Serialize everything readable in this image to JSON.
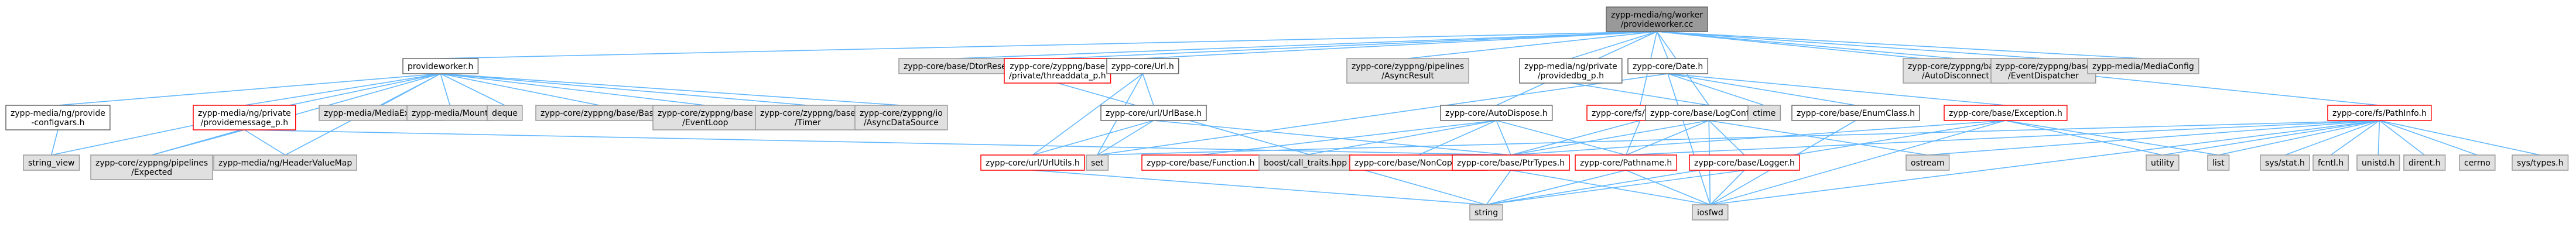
{
  "graph": {
    "colors": {
      "edge": "#63b8ff",
      "root_fill": "#999999",
      "gray_fill": "#e0e0e0",
      "gray_stroke": "#999999",
      "white_fill": "#ffffff",
      "black_stroke": "#666666",
      "red_stroke": "#ff0000",
      "text": "#000000"
    },
    "nodes": [
      {
        "id": "root",
        "lines": [
          "zypp-media/ng/worker",
          "/provideworker.cc"
        ],
        "style": "root"
      },
      {
        "id": "provideworker_h",
        "lines": [
          "provideworker.h"
        ],
        "style": "normal"
      },
      {
        "id": "dstreset",
        "lines": [
          "zypp-core/base/DtorReset"
        ],
        "style": "gray"
      },
      {
        "id": "threaddata",
        "lines": [
          "zypp-core/zyppng/base",
          "/private/threaddata_p.h"
        ],
        "style": "red"
      },
      {
        "id": "url_h",
        "lines": [
          "zypp-core/Url.h"
        ],
        "style": "normal"
      },
      {
        "id": "asyncresult",
        "lines": [
          "zypp-core/zyppng/pipelines",
          "/AsyncResult"
        ],
        "style": "gray"
      },
      {
        "id": "providedbg",
        "lines": [
          "zypp-media/ng/private",
          "/providedbg_p.h"
        ],
        "style": "normal"
      },
      {
        "id": "date_h",
        "lines": [
          "zypp-core/Date.h"
        ],
        "style": "normal"
      },
      {
        "id": "autodisconnect",
        "lines": [
          "zypp-core/zyppng/base",
          "/AutoDisconnect"
        ],
        "style": "gray"
      },
      {
        "id": "eventdispatcher",
        "lines": [
          "zypp-core/zyppng/base",
          "/EventDispatcher"
        ],
        "style": "gray"
      },
      {
        "id": "mediaconfig",
        "lines": [
          "zypp-media/MediaConfig"
        ],
        "style": "gray"
      },
      {
        "id": "pathinfo",
        "lines": [
          "zypp-core/fs/PathInfo.h"
        ],
        "style": "red"
      },
      {
        "id": "provide_configvars",
        "lines": [
          "zypp-media/ng/provide",
          "-configvars.h"
        ],
        "style": "normal"
      },
      {
        "id": "providemessage",
        "lines": [
          "zypp-media/ng/private",
          "/providemessage_p.h"
        ],
        "style": "red"
      },
      {
        "id": "mediaexception",
        "lines": [
          "zypp-media/MediaException"
        ],
        "style": "gray"
      },
      {
        "id": "mount",
        "lines": [
          "zypp-media/Mount"
        ],
        "style": "gray"
      },
      {
        "id": "deque",
        "lines": [
          "deque"
        ],
        "style": "gray"
      },
      {
        "id": "zyppng_base",
        "lines": [
          "zypp-core/zyppng/base/Base"
        ],
        "style": "gray"
      },
      {
        "id": "eventloop",
        "lines": [
          "zypp-core/zyppng/base",
          "/EventLoop"
        ],
        "style": "gray"
      },
      {
        "id": "timer",
        "lines": [
          "zypp-core/zyppng/base",
          "/Timer"
        ],
        "style": "gray"
      },
      {
        "id": "asyncdatasource",
        "lines": [
          "zypp-core/zyppng/io",
          "/AsyncDataSource"
        ],
        "style": "gray"
      },
      {
        "id": "urlbase",
        "lines": [
          "zypp-core/url/UrlBase.h"
        ],
        "style": "normal"
      },
      {
        "id": "autodispose",
        "lines": [
          "zypp-core/AutoDispose.h"
        ],
        "style": "normal"
      },
      {
        "id": "tmppath",
        "lines": [
          "zypp-core/fs/TmpPath.h"
        ],
        "style": "red"
      },
      {
        "id": "logcontrol",
        "lines": [
          "zypp-core/base/LogControl.h"
        ],
        "style": "normal"
      },
      {
        "id": "ctime",
        "lines": [
          "ctime"
        ],
        "style": "gray"
      },
      {
        "id": "enumclass",
        "lines": [
          "zypp-core/base/EnumClass.h"
        ],
        "style": "normal"
      },
      {
        "id": "exception",
        "lines": [
          "zypp-core/base/Exception.h"
        ],
        "style": "red"
      },
      {
        "id": "string_view",
        "lines": [
          "string_view"
        ],
        "style": "gray"
      },
      {
        "id": "expected",
        "lines": [
          "zypp-core/zyppng/pipelines",
          "/Expected"
        ],
        "style": "gray"
      },
      {
        "id": "headervaluemap",
        "lines": [
          "zypp-media/ng/HeaderValueMap"
        ],
        "style": "gray"
      },
      {
        "id": "urlutils",
        "lines": [
          "zypp-core/url/UrlUtils.h"
        ],
        "style": "red"
      },
      {
        "id": "set",
        "lines": [
          "set"
        ],
        "style": "gray"
      },
      {
        "id": "function",
        "lines": [
          "zypp-core/base/Function.h"
        ],
        "style": "red"
      },
      {
        "id": "call_traits",
        "lines": [
          "boost/call_traits.hpp"
        ],
        "style": "gray"
      },
      {
        "id": "noncopyable",
        "lines": [
          "zypp-core/base/NonCopyable.h"
        ],
        "style": "red"
      },
      {
        "id": "ptrtypes",
        "lines": [
          "zypp-core/base/PtrTypes.h"
        ],
        "style": "red"
      },
      {
        "id": "pathname",
        "lines": [
          "zypp-core/Pathname.h"
        ],
        "style": "red"
      },
      {
        "id": "logger",
        "lines": [
          "zypp-core/base/Logger.h"
        ],
        "style": "red"
      },
      {
        "id": "ostream",
        "lines": [
          "ostream"
        ],
        "style": "gray"
      },
      {
        "id": "utility",
        "lines": [
          "utility"
        ],
        "style": "gray"
      },
      {
        "id": "list",
        "lines": [
          "list"
        ],
        "style": "gray"
      },
      {
        "id": "sys_stat",
        "lines": [
          "sys/stat.h"
        ],
        "style": "gray"
      },
      {
        "id": "fcntl",
        "lines": [
          "fcntl.h"
        ],
        "style": "gray"
      },
      {
        "id": "unistd",
        "lines": [
          "unistd.h"
        ],
        "style": "gray"
      },
      {
        "id": "dirent",
        "lines": [
          "dirent.h"
        ],
        "style": "gray"
      },
      {
        "id": "cerrno",
        "lines": [
          "cerrno"
        ],
        "style": "gray"
      },
      {
        "id": "sys_types",
        "lines": [
          "sys/types.h"
        ],
        "style": "gray"
      },
      {
        "id": "string",
        "lines": [
          "string"
        ],
        "style": "gray"
      },
      {
        "id": "iosfwd",
        "lines": [
          "iosfwd"
        ],
        "style": "gray"
      }
    ],
    "edges": [
      [
        "root",
        "provideworker_h"
      ],
      [
        "root",
        "dstreset"
      ],
      [
        "root",
        "threaddata"
      ],
      [
        "root",
        "url_h"
      ],
      [
        "root",
        "asyncresult"
      ],
      [
        "root",
        "providedbg"
      ],
      [
        "root",
        "date_h"
      ],
      [
        "root",
        "autodisconnect"
      ],
      [
        "root",
        "eventdispatcher"
      ],
      [
        "root",
        "mediaconfig"
      ],
      [
        "root",
        "pathinfo"
      ],
      [
        "root",
        "autodispose"
      ],
      [
        "root",
        "tmppath"
      ],
      [
        "root",
        "logcontrol"
      ],
      [
        "provideworker_h",
        "provide_configvars"
      ],
      [
        "provideworker_h",
        "providemessage"
      ],
      [
        "provideworker_h",
        "mediaexception"
      ],
      [
        "provideworker_h",
        "mount"
      ],
      [
        "provideworker_h",
        "deque"
      ],
      [
        "provideworker_h",
        "zyppng_base"
      ],
      [
        "provideworker_h",
        "eventloop"
      ],
      [
        "provideworker_h",
        "timer"
      ],
      [
        "provideworker_h",
        "asyncdatasource"
      ],
      [
        "provideworker_h",
        "string_view"
      ],
      [
        "provideworker_h",
        "expected"
      ],
      [
        "provideworker_h",
        "headervaluemap"
      ],
      [
        "provide_configvars",
        "string_view"
      ],
      [
        "providemessage",
        "expected"
      ],
      [
        "providemessage",
        "headervaluemap"
      ],
      [
        "providemessage",
        "ptrtypes"
      ],
      [
        "threaddata",
        "string"
      ],
      [
        "url_h",
        "urlbase"
      ],
      [
        "url_h",
        "urlutils"
      ],
      [
        "url_h",
        "set"
      ],
      [
        "urlbase",
        "urlutils"
      ],
      [
        "urlbase",
        "set"
      ],
      [
        "urlbase",
        "ptrtypes"
      ],
      [
        "urlutils",
        "string"
      ],
      [
        "autodispose",
        "function"
      ],
      [
        "autodispose",
        "call_traits"
      ],
      [
        "autodispose",
        "noncopyable"
      ],
      [
        "autodispose",
        "ptrtypes"
      ],
      [
        "autodispose",
        "pathname"
      ],
      [
        "tmppath",
        "pathname"
      ],
      [
        "tmppath",
        "ptrtypes"
      ],
      [
        "providedbg",
        "logcontrol"
      ],
      [
        "logcontrol",
        "logger"
      ],
      [
        "logcontrol",
        "pathname"
      ],
      [
        "logcontrol",
        "ptrtypes"
      ],
      [
        "logcontrol",
        "ostream"
      ],
      [
        "logcontrol",
        "iosfwd"
      ],
      [
        "date_h",
        "ctime"
      ],
      [
        "date_h",
        "enumclass"
      ],
      [
        "date_h",
        "exception"
      ],
      [
        "date_h",
        "iosfwd"
      ],
      [
        "date_h",
        "set"
      ],
      [
        "enumclass",
        "iosfwd"
      ],
      [
        "exception",
        "ptrtypes"
      ],
      [
        "exception",
        "utility"
      ],
      [
        "exception",
        "list"
      ],
      [
        "exception",
        "string"
      ],
      [
        "exception",
        "iosfwd"
      ],
      [
        "pathinfo",
        "pathname"
      ],
      [
        "pathinfo",
        "utility"
      ],
      [
        "pathinfo",
        "list"
      ],
      [
        "pathinfo",
        "sys_stat"
      ],
      [
        "pathinfo",
        "fcntl"
      ],
      [
        "pathinfo",
        "unistd"
      ],
      [
        "pathinfo",
        "dirent"
      ],
      [
        "pathinfo",
        "cerrno"
      ],
      [
        "pathinfo",
        "sys_types"
      ],
      [
        "pathinfo",
        "iosfwd"
      ],
      [
        "pathinfo",
        "ostream"
      ],
      [
        "pathinfo",
        "set"
      ],
      [
        "ptrtypes",
        "string"
      ],
      [
        "ptrtypes",
        "iosfwd"
      ],
      [
        "pathname",
        "string"
      ],
      [
        "pathname",
        "iosfwd"
      ],
      [
        "logger",
        "iosfwd"
      ],
      [
        "logger",
        "string"
      ]
    ]
  }
}
